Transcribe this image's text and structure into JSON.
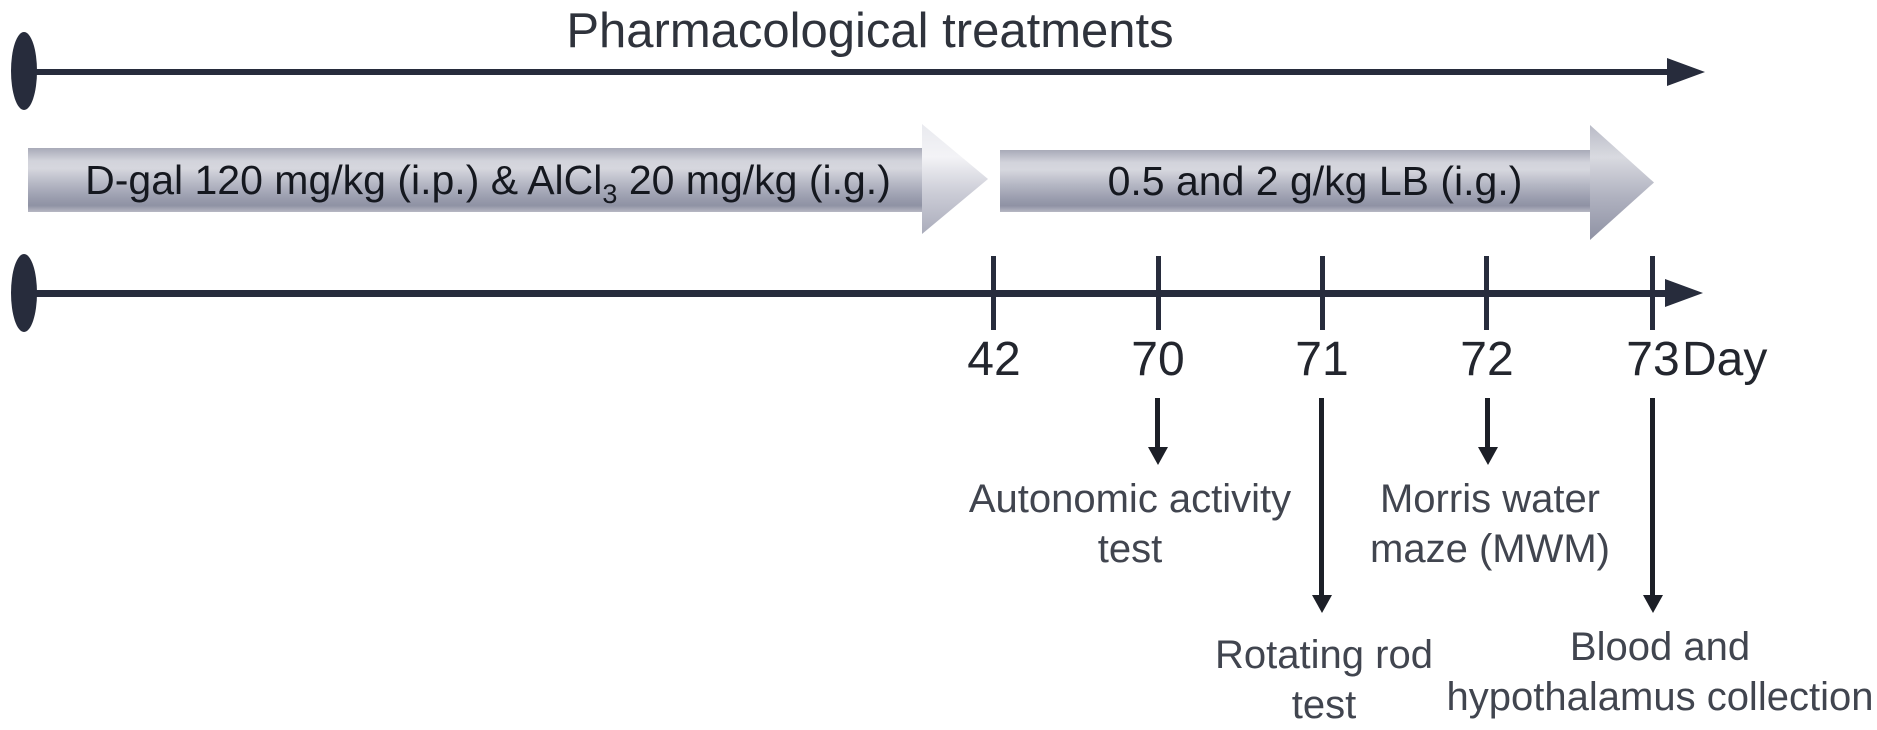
{
  "figure_title": "Pharmacological treatments",
  "treatment_banners": [
    {
      "label_main": "D-gal 120 mg/kg (i.p.) & AlCl",
      "label_subscript": "3",
      "label_rest": " 20 mg/kg (i.g.)"
    },
    {
      "label": "0.5 and 2 g/kg LB (i.g.)"
    }
  ],
  "timeline": {
    "unit_label": "Day",
    "ticks": [
      {
        "day": "42"
      },
      {
        "day": "70"
      },
      {
        "day": "71"
      },
      {
        "day": "72"
      },
      {
        "day": "73"
      }
    ]
  },
  "events": [
    {
      "day": "70",
      "line1": "Autonomic activity",
      "line2": "test"
    },
    {
      "day": "71",
      "line1": "Rotating rod",
      "line2": "test"
    },
    {
      "day": "72",
      "line1": "Morris water",
      "line2": "maze (MWM)"
    },
    {
      "day": "73",
      "line1": "Blood and",
      "line2": "hypothalamus collection"
    }
  ],
  "colors": {
    "arrow_line": "#272c3c",
    "event_arrow": "#1c1f27",
    "title_text": "#2f333c",
    "banner_text": "#15181f",
    "day_text": "#23262e",
    "annotation_text": "#41454f",
    "banner_gradient_top": "#d2d3db",
    "banner_gradient_bottom": "#8f92a4"
  }
}
